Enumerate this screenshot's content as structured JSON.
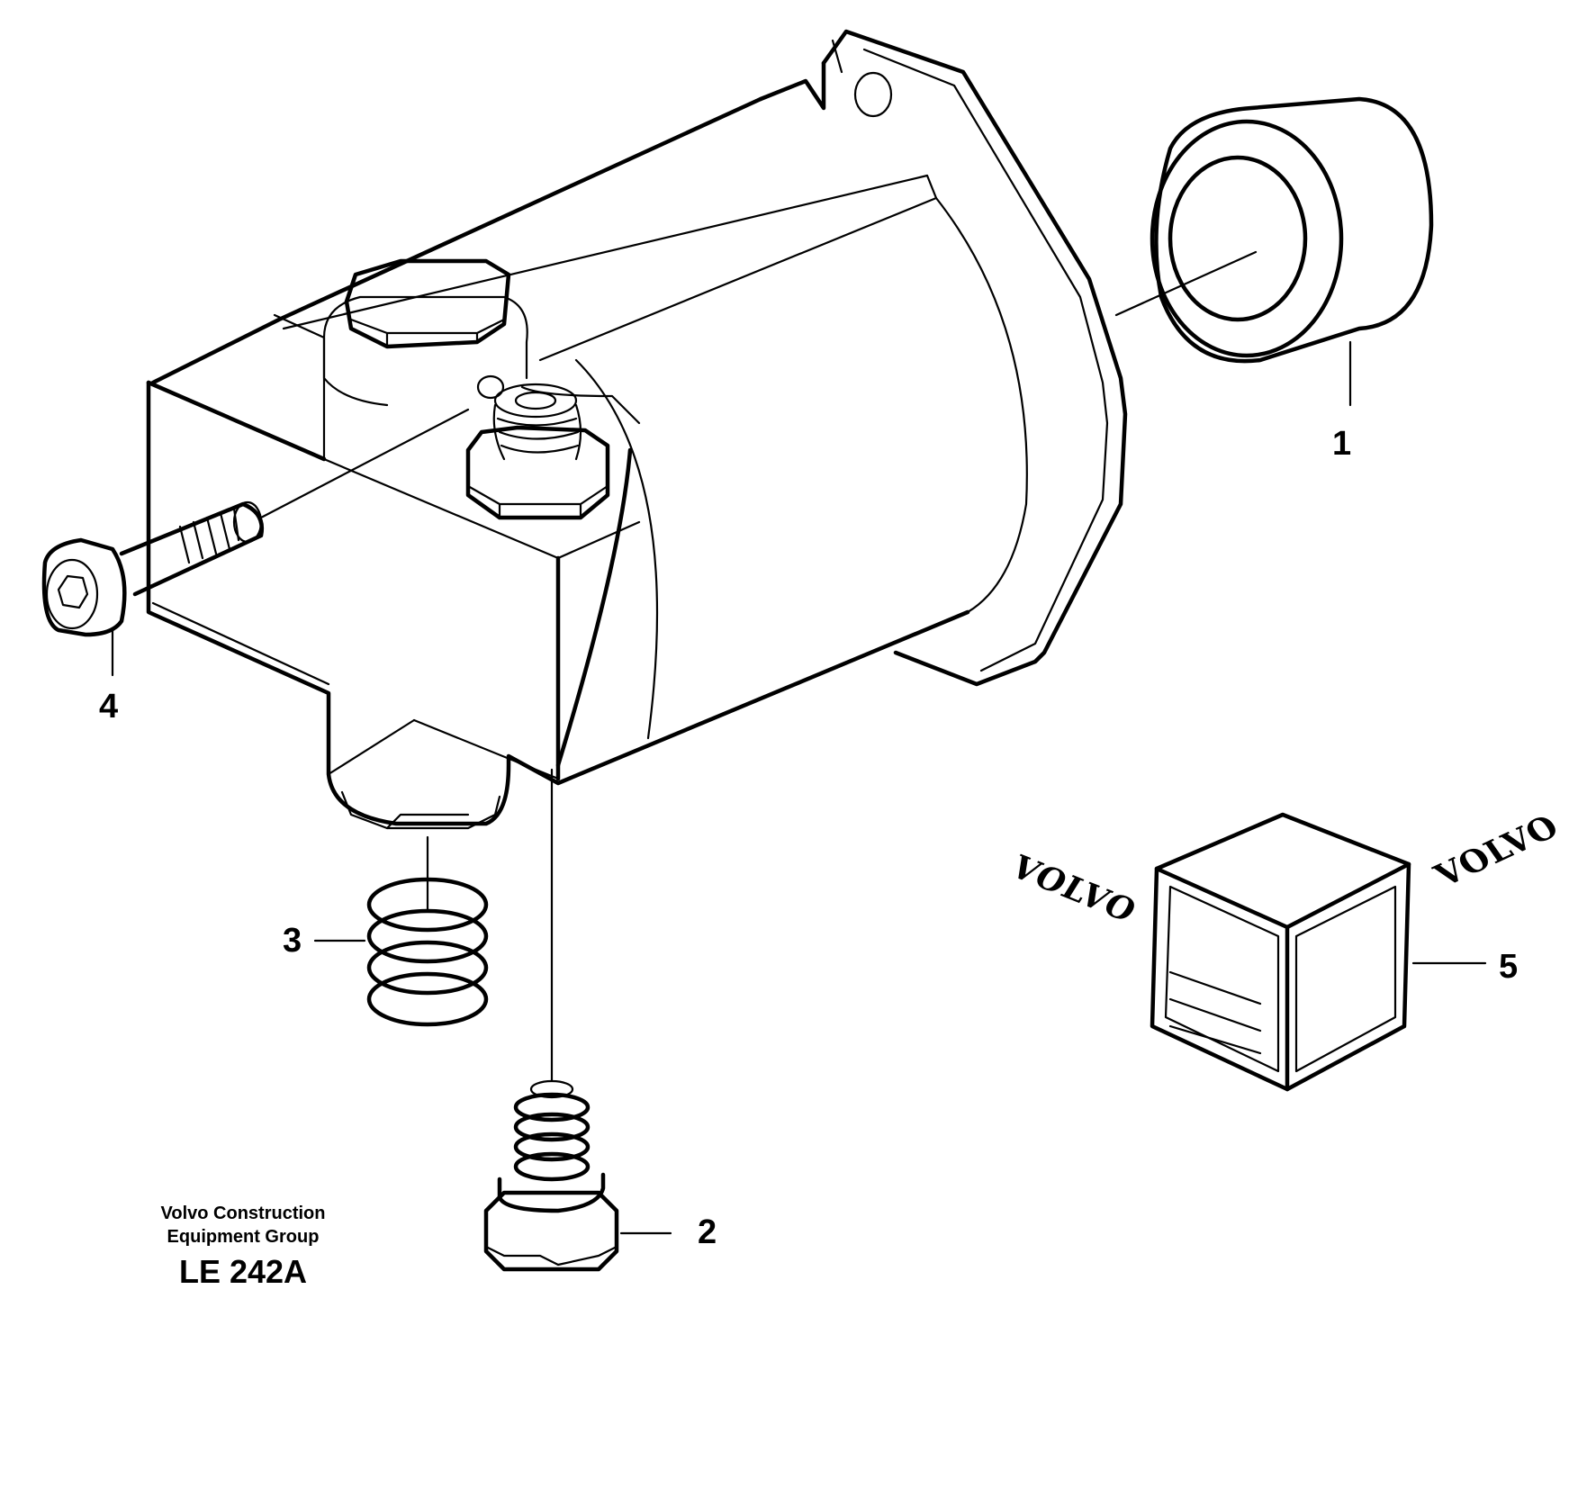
{
  "callouts": {
    "p1": "1",
    "p2": "2",
    "p3": "3",
    "p4": "4",
    "p5": "5"
  },
  "caption": {
    "line1": "Volvo Construction",
    "line2": "Equipment Group",
    "code": "LE 242A"
  },
  "logo": {
    "left": "VOLVO",
    "right": "VOLVO"
  }
}
